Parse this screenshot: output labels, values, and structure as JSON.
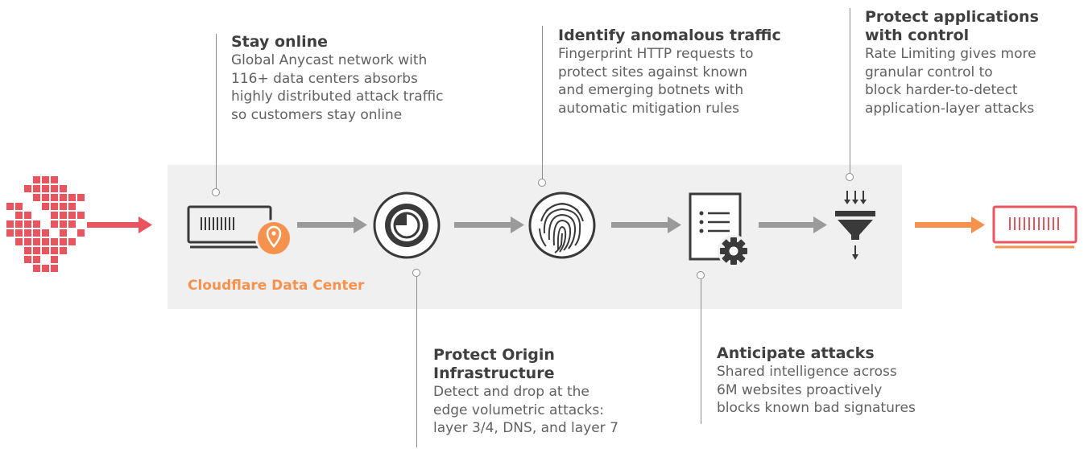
{
  "colors": {
    "attack": "#e8555f",
    "clean": "#f6924d",
    "connector": "#9a9a9a",
    "band": "#f0f0f0",
    "icon_dark": "#3a3a3a"
  },
  "data_center_label": "Cloudflare Data Center",
  "callouts": {
    "stay_online": {
      "title": "Stay online",
      "body": "Global Anycast network with\n116+ data centers absorbs\nhighly distributed attack traffic\nso customers stay online"
    },
    "identify": {
      "title": "Identify anomalous traffic",
      "body": "Fingerprint HTTP requests to\nprotect sites against known\nand emerging botnets with\nautomatic mitigation rules"
    },
    "protect_apps": {
      "title": "Protect applications\nwith control",
      "body": "Rate Limiting gives more\ngranular control to\nblock harder-to-detect\napplication-layer attacks"
    },
    "protect_origin": {
      "title": "Protect Origin\nInfrastructure",
      "body": "Detect and drop at the\nedge volumetric attacks:\nlayer 3/4, DNS, and layer 7"
    },
    "anticipate": {
      "title": "Anticipate attacks",
      "body": "Shared intelligence across\n6M websites proactively\nblocks known bad signatures"
    }
  },
  "icons": [
    "attack-traffic-cluster-icon",
    "data-center-server-icon",
    "location-pin-icon",
    "origin-shield-icon",
    "fingerprint-icon",
    "signature-list-icon",
    "gear-icon",
    "rate-limit-funnel-icon",
    "origin-server-icon"
  ]
}
